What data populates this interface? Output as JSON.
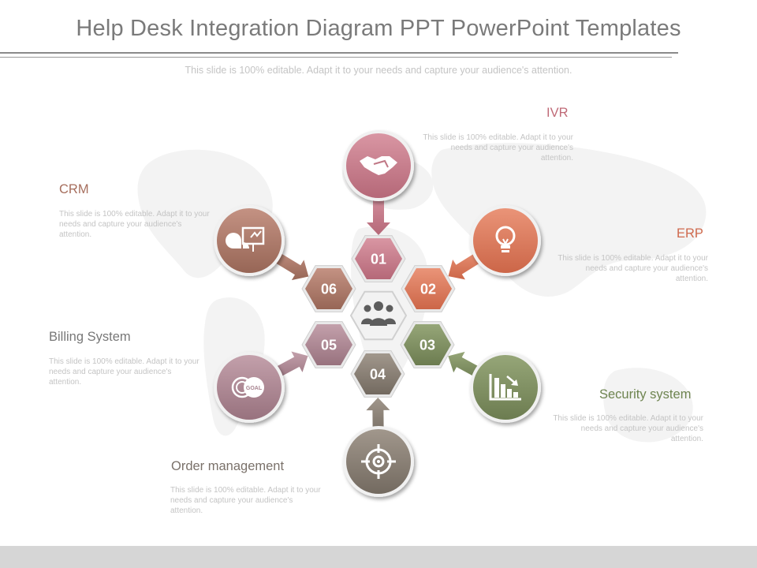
{
  "title": "Help Desk Integration Diagram PPT PowerPoint Templates",
  "subtitle": "This slide is 100% editable. Adapt it to your needs and capture your audience's attention.",
  "colors": {
    "pink": "#c07886",
    "orange": "#d9785c",
    "olive": "#7b8c5e",
    "gray": "#847b72",
    "mauve": "#a88490",
    "brown": "#a77867"
  },
  "nodes": [
    {
      "number": "01",
      "label": "IVR",
      "description": "This slide is 100% editable. Adapt it to your needs and capture your audience's attention.",
      "icon": "handshake-icon"
    },
    {
      "number": "02",
      "label": "ERP",
      "description": "This slide is 100% editable. Adapt it to your needs and capture your audience's attention.",
      "icon": "lightbulb-icon"
    },
    {
      "number": "03",
      "label": "Security system",
      "description": "This slide is 100% editable. Adapt it to your needs and capture your audience's attention.",
      "icon": "bar-chart-icon"
    },
    {
      "number": "04",
      "label": "Order management",
      "description": "This slide is 100% editable. Adapt it to your needs and capture your audience's attention.",
      "icon": "target-icon"
    },
    {
      "number": "05",
      "label": "Billing System",
      "description": "This slide is 100% editable. Adapt it to your needs and capture your audience's attention.",
      "icon": "goal-icon"
    },
    {
      "number": "06",
      "label": "CRM",
      "description": "This slide is 100% editable. Adapt it to your needs and capture your audience's attention.",
      "icon": "presentation-icon"
    }
  ],
  "center_icon": "team-icon"
}
